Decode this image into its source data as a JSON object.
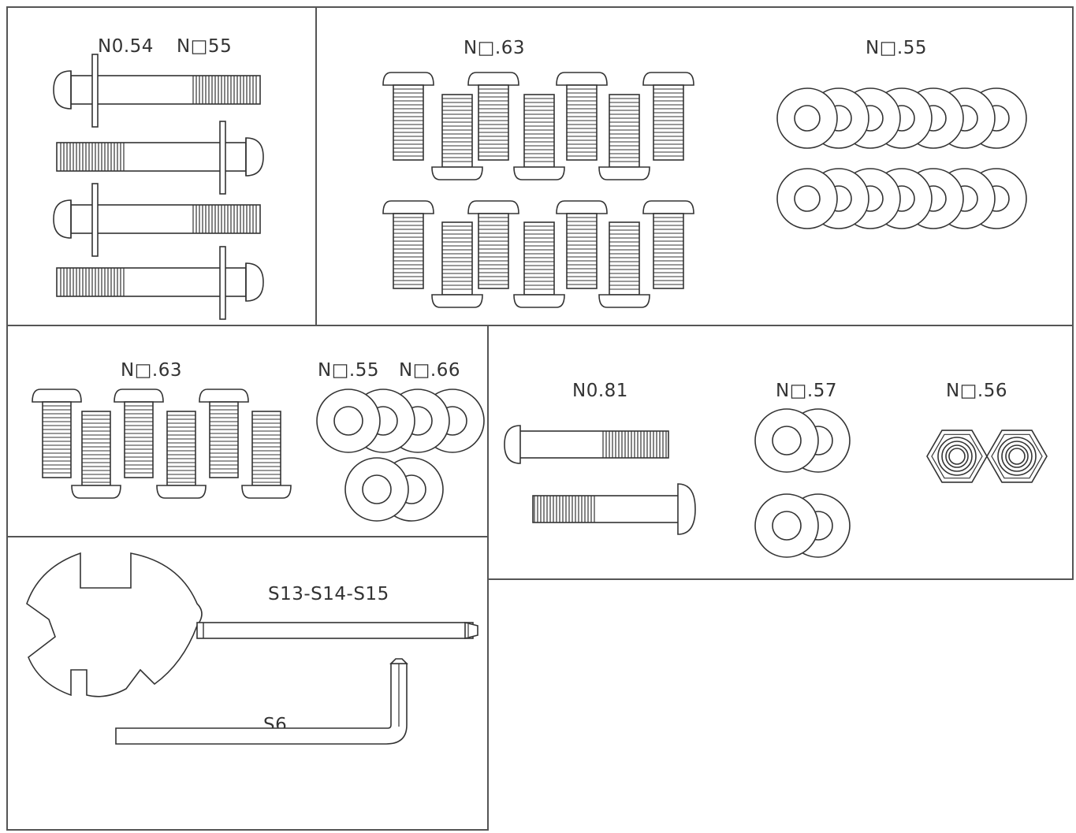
{
  "colors": {
    "line": "#333333",
    "border": "#555555",
    "background": "#ffffff"
  },
  "panel_a": {
    "label_1": "N0.54",
    "label_2": "N□55"
  },
  "panel_b": {
    "label_1": "N□.63",
    "label_2": "N□.55"
  },
  "panel_c": {
    "label_1": "N□.63",
    "label_2": "N□.55",
    "label_3": "N□.66"
  },
  "panel_d": {
    "label_1": "N0.81",
    "label_2": "N□.57",
    "label_3": "N□.56"
  },
  "panel_e": {
    "label_1": "S13-S14-S15",
    "label_2": "S6"
  },
  "icons": [
    "long-bolt-icon",
    "button-screw-icon",
    "washer-icon",
    "hex-nut-icon",
    "spoke-wrench-icon",
    "screwdriver-icon",
    "allen-key-icon"
  ]
}
